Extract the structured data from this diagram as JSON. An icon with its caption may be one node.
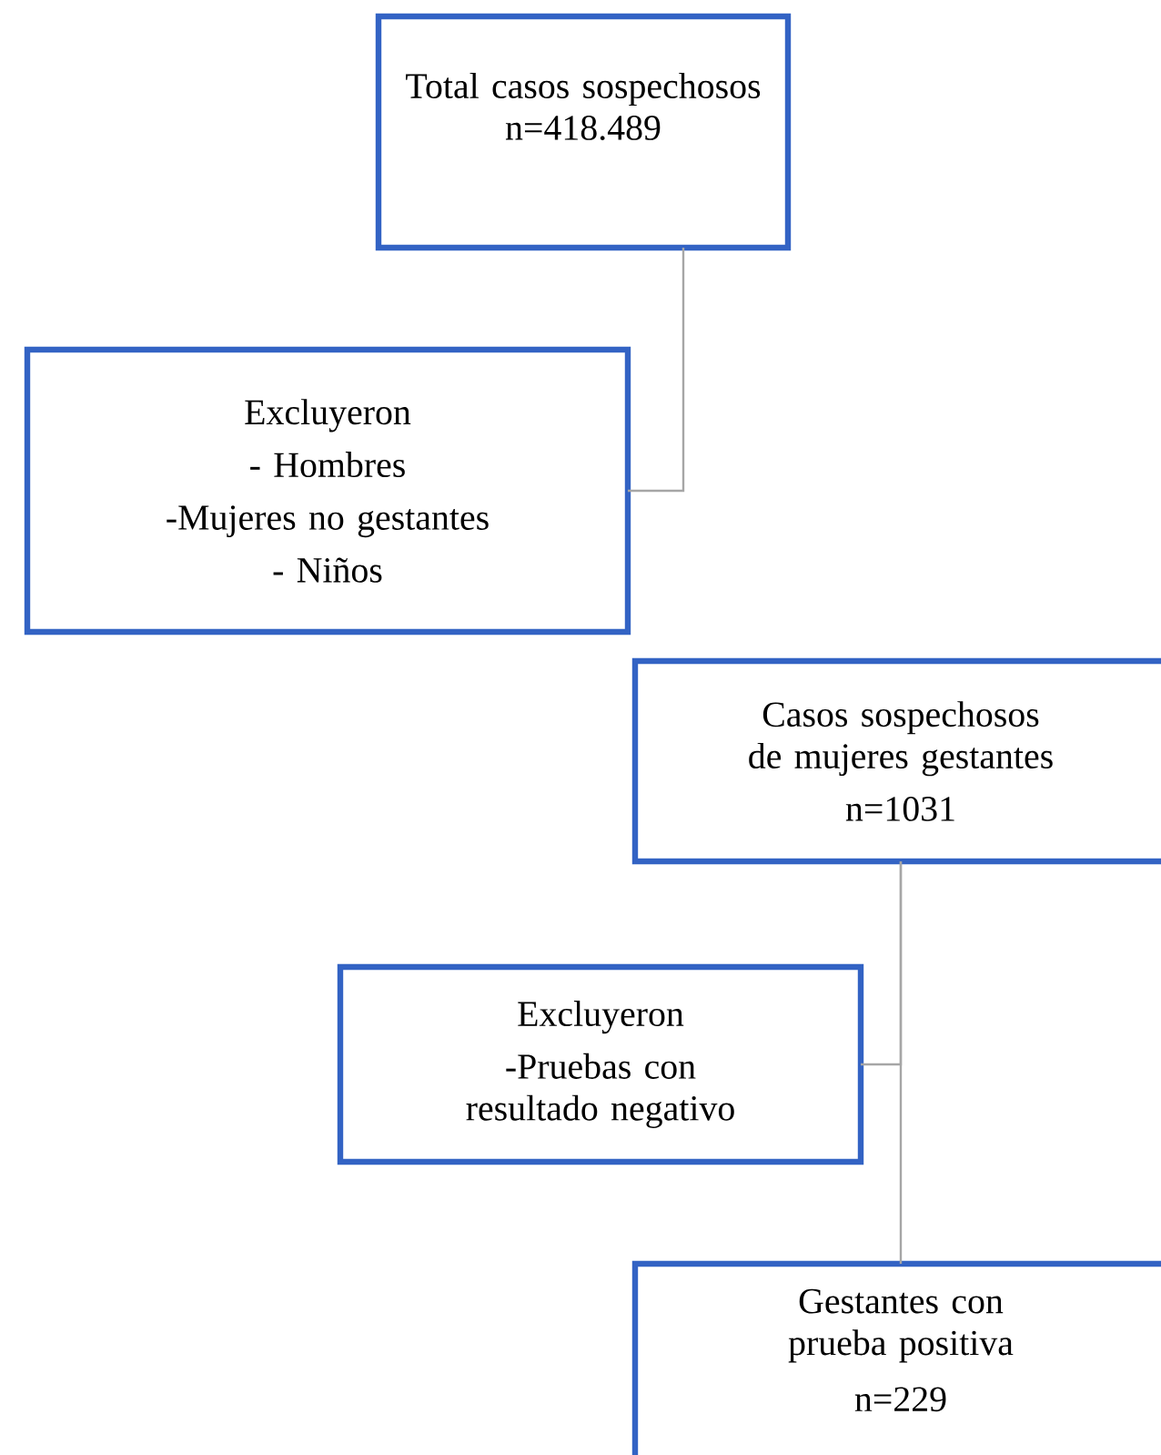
{
  "diagram": {
    "nodes": [
      {
        "text": [
          "Total casos sospechosos",
          "n=418.489"
        ]
      },
      {
        "text": [
          "Excluyeron",
          "- Hombres",
          "-Mujeres no gestantes",
          "- Niños"
        ]
      },
      {
        "text": [
          "Casos sospechosos de mujeres gestantes",
          "n=1031"
        ]
      },
      {
        "text": [
          "Excluyeron",
          "-Pruebas con resultado negativo"
        ]
      },
      {
        "text": [
          "Gestantes con prueba positiva",
          "n=229"
        ]
      }
    ],
    "edges": [
      {
        "from": 0,
        "to": 1,
        "arrow": "none"
      },
      {
        "from": 2,
        "to": 3,
        "arrow": "none"
      },
      {
        "from": 2,
        "to": 4,
        "arrow": "none"
      }
    ]
  }
}
